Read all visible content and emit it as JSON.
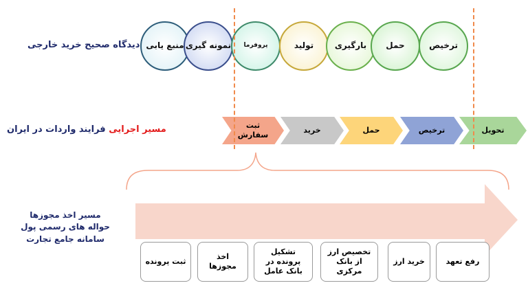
{
  "top": {
    "title": "دیدگاه صحیح خرید خارجی",
    "circles": [
      {
        "label": "منبع یابی",
        "color": "#e6f4f8"
      },
      {
        "label": "نمونه گیری",
        "color": "#d6def4"
      },
      {
        "label": "پروفرما",
        "color": "#d7f5ea"
      },
      {
        "label": "تولید",
        "color": "#fbf4d7"
      },
      {
        "label": "بارگیری",
        "color": "#e9f8dc"
      },
      {
        "label": "حمل",
        "color": "#dcf5d8"
      },
      {
        "label": "ترخیص",
        "color": "#e2f7e0"
      }
    ]
  },
  "middle": {
    "title_red": "مسیر اجرایی",
    "title_rest": "فرایند واردات در ایران",
    "steps": [
      {
        "label": "ثبت سفارش",
        "color": "#f4a58a"
      },
      {
        "label": "خرید",
        "color": "#c8c8c8"
      },
      {
        "label": "حمل",
        "color": "#fdd57a"
      },
      {
        "label": "ترخیص",
        "color": "#8fa3d6"
      },
      {
        "label": "تحویل",
        "color": "#a9d69a"
      }
    ]
  },
  "bottom": {
    "title_lines": [
      "مسیر اخذ مجوزها",
      "حواله های رسمی پول",
      "سامانه جامع تجارت"
    ],
    "boxes": [
      "ثبت پرونده",
      "اخذ مجوزها",
      "تشکیل پرونده در بانک عامل",
      "تخصیص ارز از بانک مرکزی",
      "خرید ارز",
      "رفع تعهد"
    ]
  }
}
